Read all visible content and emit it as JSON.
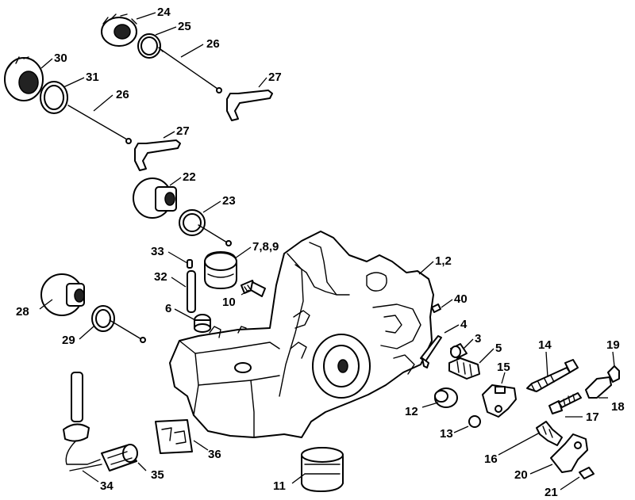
{
  "callouts": {
    "c1_2": "1,2",
    "c3": "3",
    "c4": "4",
    "c5": "5",
    "c6": "6",
    "c7_8_9": "7,8,9",
    "c10": "10",
    "c11": "11",
    "c12": "12",
    "c13": "13",
    "c14": "14",
    "c15": "15",
    "c16": "16",
    "c17": "17",
    "c18": "18",
    "c19": "19",
    "c20": "20",
    "c21": "21",
    "c22": "22",
    "c23": "23",
    "c24": "24",
    "c25": "25",
    "c26a": "26",
    "c26b": "26",
    "c27a": "27",
    "c27b": "27",
    "c28": "28",
    "c29": "29",
    "c30": "30",
    "c31": "31",
    "c32": "32",
    "c33": "33",
    "c34": "34",
    "c35": "35",
    "c36": "36",
    "c40": "40"
  }
}
